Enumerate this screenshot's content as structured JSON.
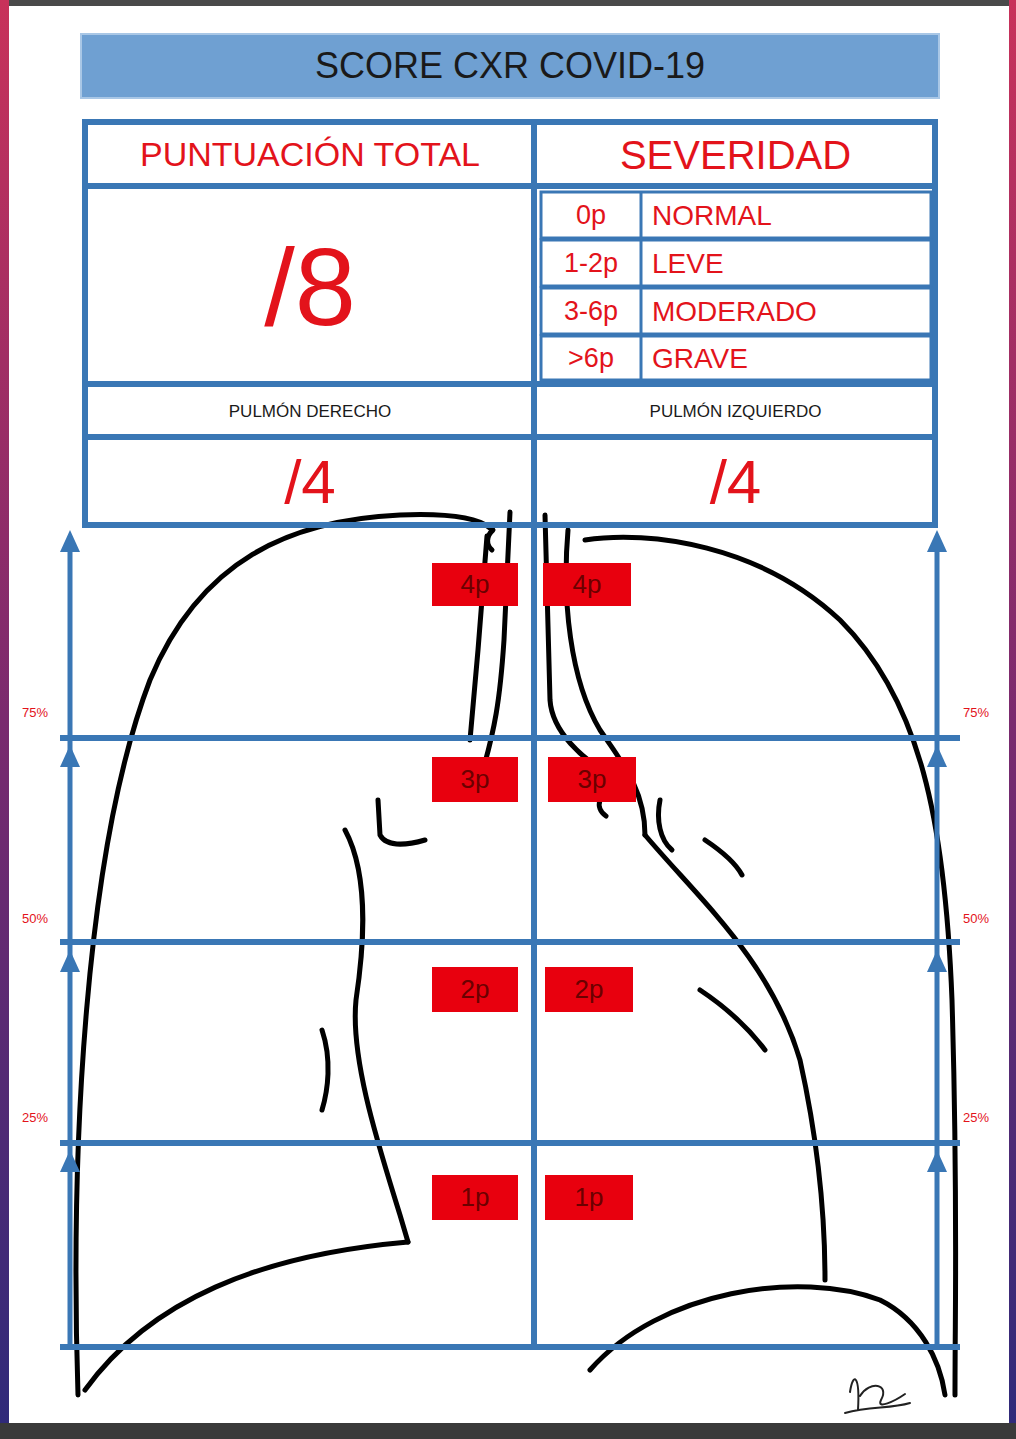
{
  "diagram": {
    "title": "SCORE CXR COVID-19",
    "nodes": [
      {
        "text": [
          "PUNTUACIÓN TOTAL"
        ]
      },
      {
        "text": [
          "SEVERIDAD"
        ]
      },
      {
        "text": [
          "/8"
        ]
      },
      {
        "text": [
          "0p"
        ]
      },
      {
        "text": [
          "NORMAL"
        ]
      },
      {
        "text": [
          "1-2p"
        ]
      },
      {
        "text": [
          "LEVE"
        ]
      },
      {
        "text": [
          "3-6p"
        ]
      },
      {
        "text": [
          "MODERADO"
        ]
      },
      {
        "text": [
          ">6p"
        ]
      },
      {
        "text": [
          "GRAVE"
        ]
      },
      {
        "text": [
          "PULMÓN DERECHO"
        ]
      },
      {
        "text": [
          "PULMÓN IZQUIERDO"
        ]
      },
      {
        "text": [
          "/4"
        ]
      },
      {
        "text": [
          "/4"
        ]
      },
      {
        "text": [
          "4p"
        ]
      },
      {
        "text": [
          "4p"
        ]
      },
      {
        "text": [
          "3p"
        ]
      },
      {
        "text": [
          "3p"
        ]
      },
      {
        "text": [
          "2p"
        ]
      },
      {
        "text": [
          "2p"
        ]
      },
      {
        "text": [
          "1p"
        ]
      },
      {
        "text": [
          "1p"
        ]
      }
    ],
    "labels": [
      "75%",
      "75%",
      "50%",
      "50%",
      "25%",
      "25%"
    ]
  }
}
